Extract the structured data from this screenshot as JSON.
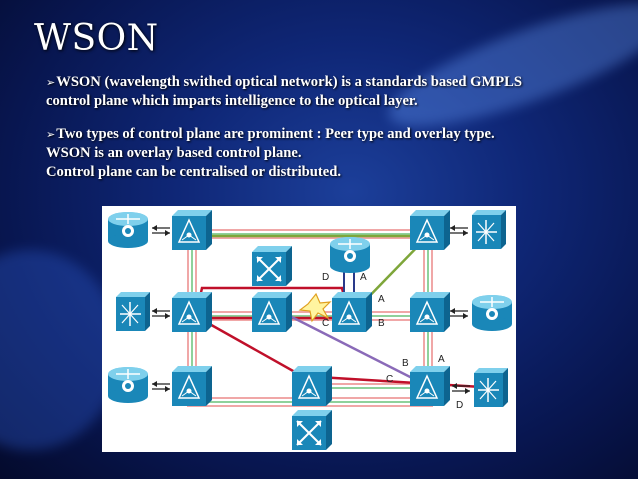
{
  "slide": {
    "title": "WSON",
    "bullet1": {
      "arrow": "➢",
      "line1": "WSON (wavelength swithed optical network) is a standards based  GMPLS",
      "line2": "control plane which  imparts intelligence to the optical layer."
    },
    "bullet2": {
      "arrow": "➢",
      "line1": "Two types of control plane are prominent : Peer  type and overlay type.",
      "line2": "WSON is an overlay based control plane.",
      "line3": "Control plane can be centralised or distributed."
    }
  },
  "diagram": {
    "labels": {
      "d_top": "D",
      "a_top": "A",
      "a_right": "A",
      "b_right": "B",
      "c_mid": "C",
      "b_lower": "B",
      "a_lower": "A",
      "c_lower": "C",
      "d_bottom": "D"
    },
    "colors": {
      "red_path": "#c0102a",
      "purple_path": "#8a6ab8",
      "green_path": "#7ea63a",
      "fiber_pink": "#f0a7a7",
      "fiber_green": "#8fd19b",
      "device_blue": "#1a87b8"
    }
  }
}
